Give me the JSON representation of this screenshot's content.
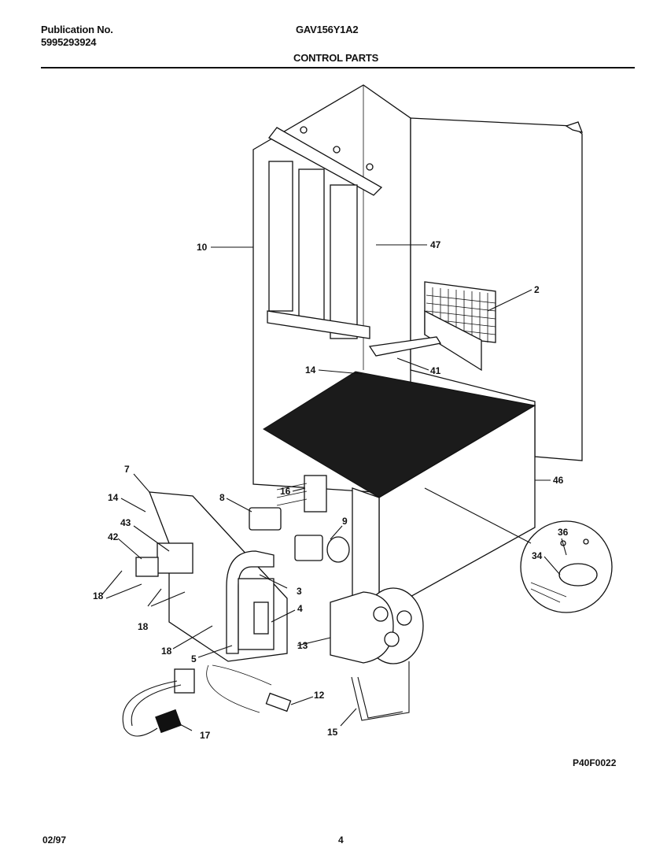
{
  "header": {
    "publication_label": "Publication No.",
    "publication_number": "5995293924",
    "model": "GAV156Y1A2",
    "section_title": "CONTROL PARTS"
  },
  "diagram": {
    "figure_code": "P40F0022",
    "callouts": [
      "10",
      "47",
      "2",
      "14",
      "41",
      "46",
      "16",
      "7",
      "14",
      "8",
      "9",
      "43",
      "42",
      "3",
      "4",
      "18",
      "18",
      "18",
      "5",
      "13",
      "12",
      "17",
      "15",
      "36",
      "34"
    ]
  },
  "footer": {
    "date": "02/97",
    "page_number": "4"
  }
}
